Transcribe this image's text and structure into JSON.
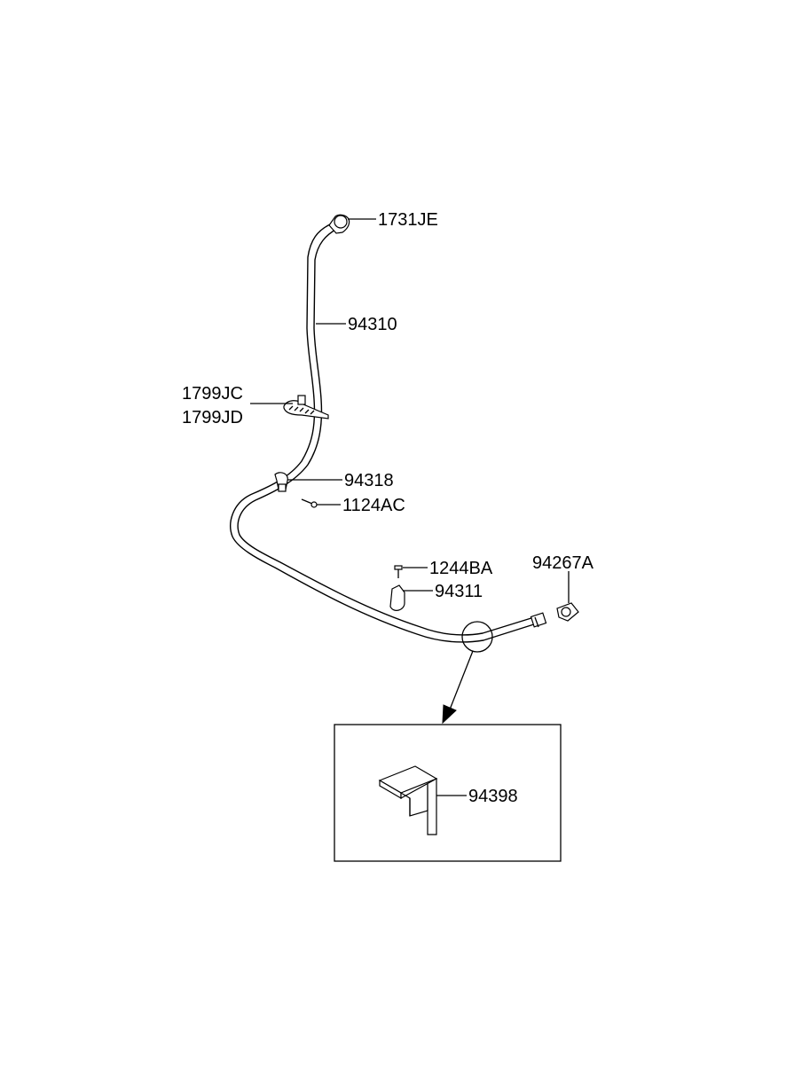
{
  "diagram": {
    "labels": {
      "p1731je": "1731JE",
      "p94310": "94310",
      "p1799jc": "1799JC",
      "p1799jd": "1799JD",
      "p94318": "94318",
      "p1124ac": "1124AC",
      "p1244ba": "1244BA",
      "p94267a": "94267A",
      "p94311": "94311",
      "p94398": "94398"
    }
  }
}
